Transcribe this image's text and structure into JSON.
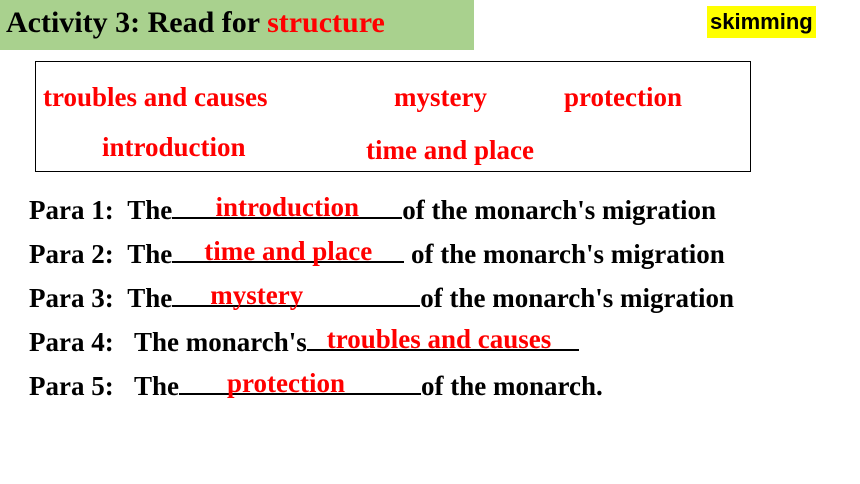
{
  "header": {
    "title_prefix": "Activity 3: Read for ",
    "title_accent": "structure",
    "tag": "skimming"
  },
  "word_bank": {
    "items": [
      "troubles and causes",
      "mystery",
      "protection",
      "introduction",
      "time and place"
    ]
  },
  "paragraphs": [
    {
      "label": "Para 1:",
      "before": "The",
      "answer": "introduction",
      "after": "of the monarch's migration"
    },
    {
      "label": "Para 2:",
      "before": "The",
      "answer": "time and place",
      "after": "of the monarch's migration"
    },
    {
      "label": "Para 3:",
      "before": "The",
      "answer": "mystery",
      "after": "of the monarch's migration"
    },
    {
      "label": "Para 4:",
      "before": "The monarch's",
      "answer": "troubles and causes",
      "after": ""
    },
    {
      "label": "Para 5:",
      "before": "The",
      "answer": "protection",
      "after": "of the monarch."
    }
  ],
  "colors": {
    "accent": "#ff0000",
    "title_bg": "#a9d18e",
    "tag_bg": "#ffff00"
  }
}
